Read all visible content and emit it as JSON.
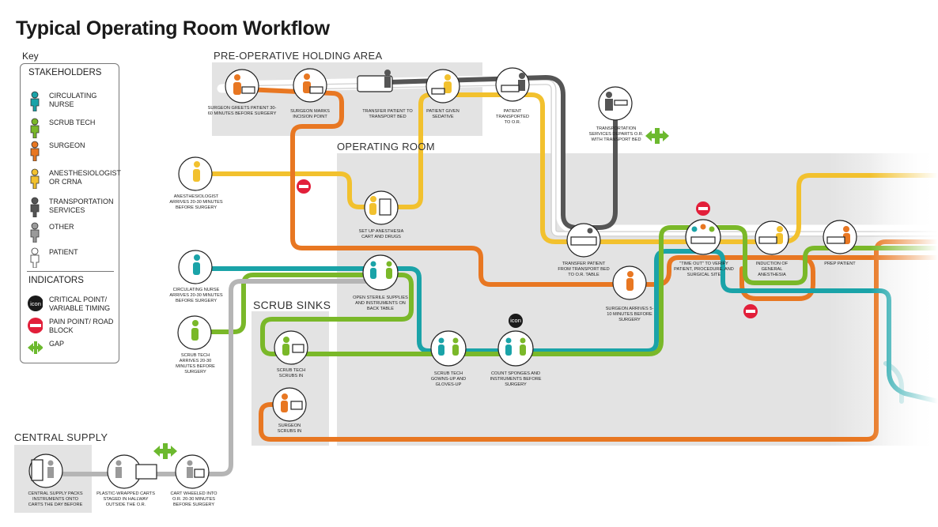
{
  "title": "Typical Operating Room Workflow",
  "key": {
    "label": "Key",
    "stakeholders_heading": "STAKEHOLDERS",
    "stakeholders": [
      {
        "label": "CIRCULATING NURSE",
        "color": "#1aa3a8"
      },
      {
        "label": "SCRUB TECH",
        "color": "#7ab829"
      },
      {
        "label": "SURGEON",
        "color": "#e87722"
      },
      {
        "label": "ANESTHESIOLOGIST OR CRNA",
        "color": "#f2c12e"
      },
      {
        "label": "TRANSPORTATION SERVICES",
        "color": "#555555"
      },
      {
        "label": "OTHER",
        "color": "#9a9a9a"
      },
      {
        "label": "PATIENT",
        "color": "#ffffff"
      }
    ],
    "indicators_heading": "INDICATORS",
    "indicators": [
      {
        "label": "CRITICAL POINT/ VARIABLE TIMING",
        "icon": "critical-point-icon",
        "glyph": "icon"
      },
      {
        "label": "PAIN POINT/ ROAD BLOCK",
        "icon": "road-block-icon"
      },
      {
        "label": "GAP",
        "icon": "gap-arrows-icon"
      }
    ]
  },
  "areas": {
    "pre_op": "PRE-OPERATIVE HOLDING AREA",
    "operating_room": "OPERATING ROOM",
    "scrub_sinks": "SCRUB SINKS",
    "central_supply": "CENTRAL SUPPLY"
  },
  "steps": {
    "surgeon_greets": "SURGEON GREETS PATIENT 30-60 MINUTES BEFORE SURGERY",
    "surgeon_marks": "SURGEON MARKS INCISION POINT",
    "transfer_to_bed": "TRANSFER PATIENT TO TRANSPORT BED",
    "sedative": "PATIENT GIVEN SEDATIVE",
    "transported": "PATIENT TRANSPORTED TO O.R.",
    "transport_departs": "TRANSPORTATION SERVICES DEPARTS O.R. WITH TRANSPORT BED",
    "anes_arrives": "ANESTHESIOLOGIST ARRIVES 20-30 MINUTES BEFORE SURGERY",
    "setup_anes": "SET UP ANESTHESIA CART AND DRUGS",
    "transfer_or_table": "TRANSFER PATIENT FROM TRANSPORT BED TO O.R. TABLE",
    "surgeon_arrives": "SURGEON ARRIVES 5-10 MINUTES BEFORE SURGERY",
    "time_out": "\"TIME OUT\" TO VERIFY PATIENT, PROCEDURE, AND SURGICAL SITE",
    "induction": "INDUCTION OF GENERAL ANESTHESIA",
    "prep": "PREP PATIENT",
    "nurse_arrives": "CIRCULATING NURSE ARRIVES 20-30 MINUTES BEFORE SURGERY",
    "open_supplies": "OPEN STERILE SUPPLIES AND INSTRUMENTS ON BACK TABLE",
    "tech_arrives": "SCRUB TECH ARRIVES 20-30 MINUTES BEFORE SURGERY",
    "tech_scrubs": "SCRUB TECH SCRUBS IN",
    "gowns_up": "SCRUB TECH GOWNS-UP AND GLOVES-UP",
    "count_sponges": "COUNT SPONGES AND INSTRUMENTS BEFORE SURGERY",
    "surgeon_scrubs": "SURGEON SCRUBS IN",
    "packs": "CENTRAL SUPPLY PACKS INSTRUMENTS ONTO CARTS THE DAY BEFORE",
    "staged": "PLASTIC-WRAPPED CARTS STAGED IN HALLWAY OUTSIDE THE O.R.",
    "wheeled": "CART WHEELED INTO O.R. 20-30 MINUTES BEFORE SURGERY"
  },
  "critical_badge": "icon",
  "colors": {
    "nurse": "#1aa3a8",
    "scrub": "#7ab829",
    "surgeon": "#e87722",
    "anes": "#f2c12e",
    "transport": "#555555",
    "other": "#9a9a9a",
    "area_fill": "#e3e3e3",
    "pain": "#e21f3a",
    "gap": "#6cb92e"
  }
}
